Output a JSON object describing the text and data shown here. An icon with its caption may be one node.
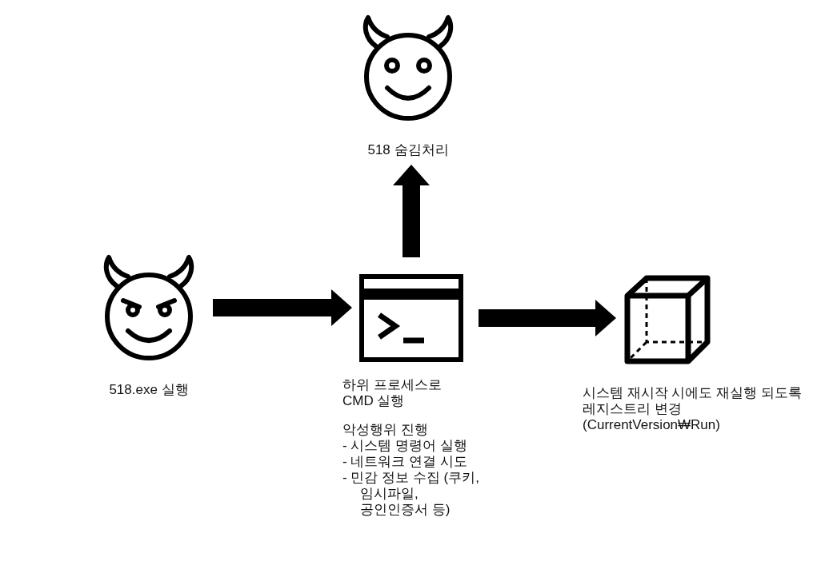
{
  "diagram": {
    "nodes": [
      {
        "text": [
          "518 숨김처리"
        ]
      },
      {
        "text": [
          "518.exe 실행"
        ]
      },
      {
        "text": [
          "하위 프로세스로 CMD 실행",
          "악성행위 진행",
          "- 시스템 명령어 실행",
          "- 네트워크 연결 시도",
          "- 민감 정보 수집 (쿠키, 임시파일, 공인인증서 등)"
        ]
      },
      {
        "text": [
          "시스템 재시작 시에도 재실행 되도록 레지스트리 변경 (CurrentVersion₩Run)"
        ]
      }
    ],
    "edges": [
      {
        "from": 1,
        "to": 2,
        "arrow": "to"
      },
      {
        "from": 2,
        "to": 0,
        "arrow": "to"
      },
      {
        "from": 2,
        "to": 3,
        "arrow": "to"
      }
    ]
  }
}
